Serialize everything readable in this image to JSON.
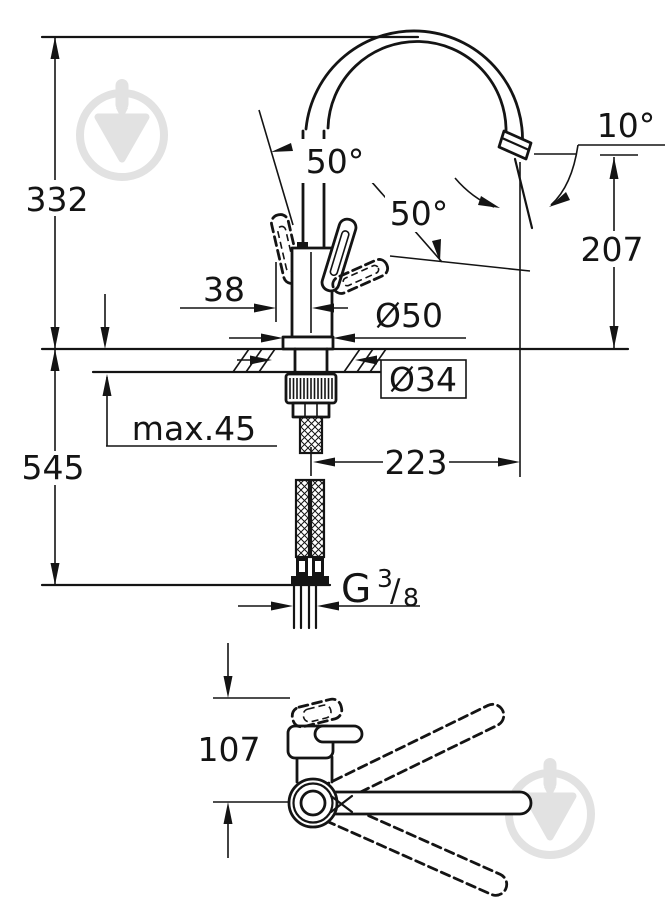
{
  "page": {
    "background": "#ffffff",
    "line_color": "#141414",
    "watermark_color": "#e2e2e2"
  },
  "side_view": {
    "overall_height_mm": "332",
    "hose_length_mm": "545",
    "lever_offset_mm": "38",
    "lever_swing_deg": "50°",
    "lever_swing_side_deg": "50°",
    "outlet_angle_deg": "10°",
    "outlet_height_mm": "207",
    "base_diameter": "Ø50",
    "hole_diameter": "Ø34",
    "max_counter_thickness": "max.45",
    "spout_reach_mm": "223",
    "thread": {
      "letter": "G",
      "numerator": "3",
      "slash": "/",
      "denominator": "8"
    }
  },
  "top_view": {
    "handle_reach_mm": "107"
  }
}
